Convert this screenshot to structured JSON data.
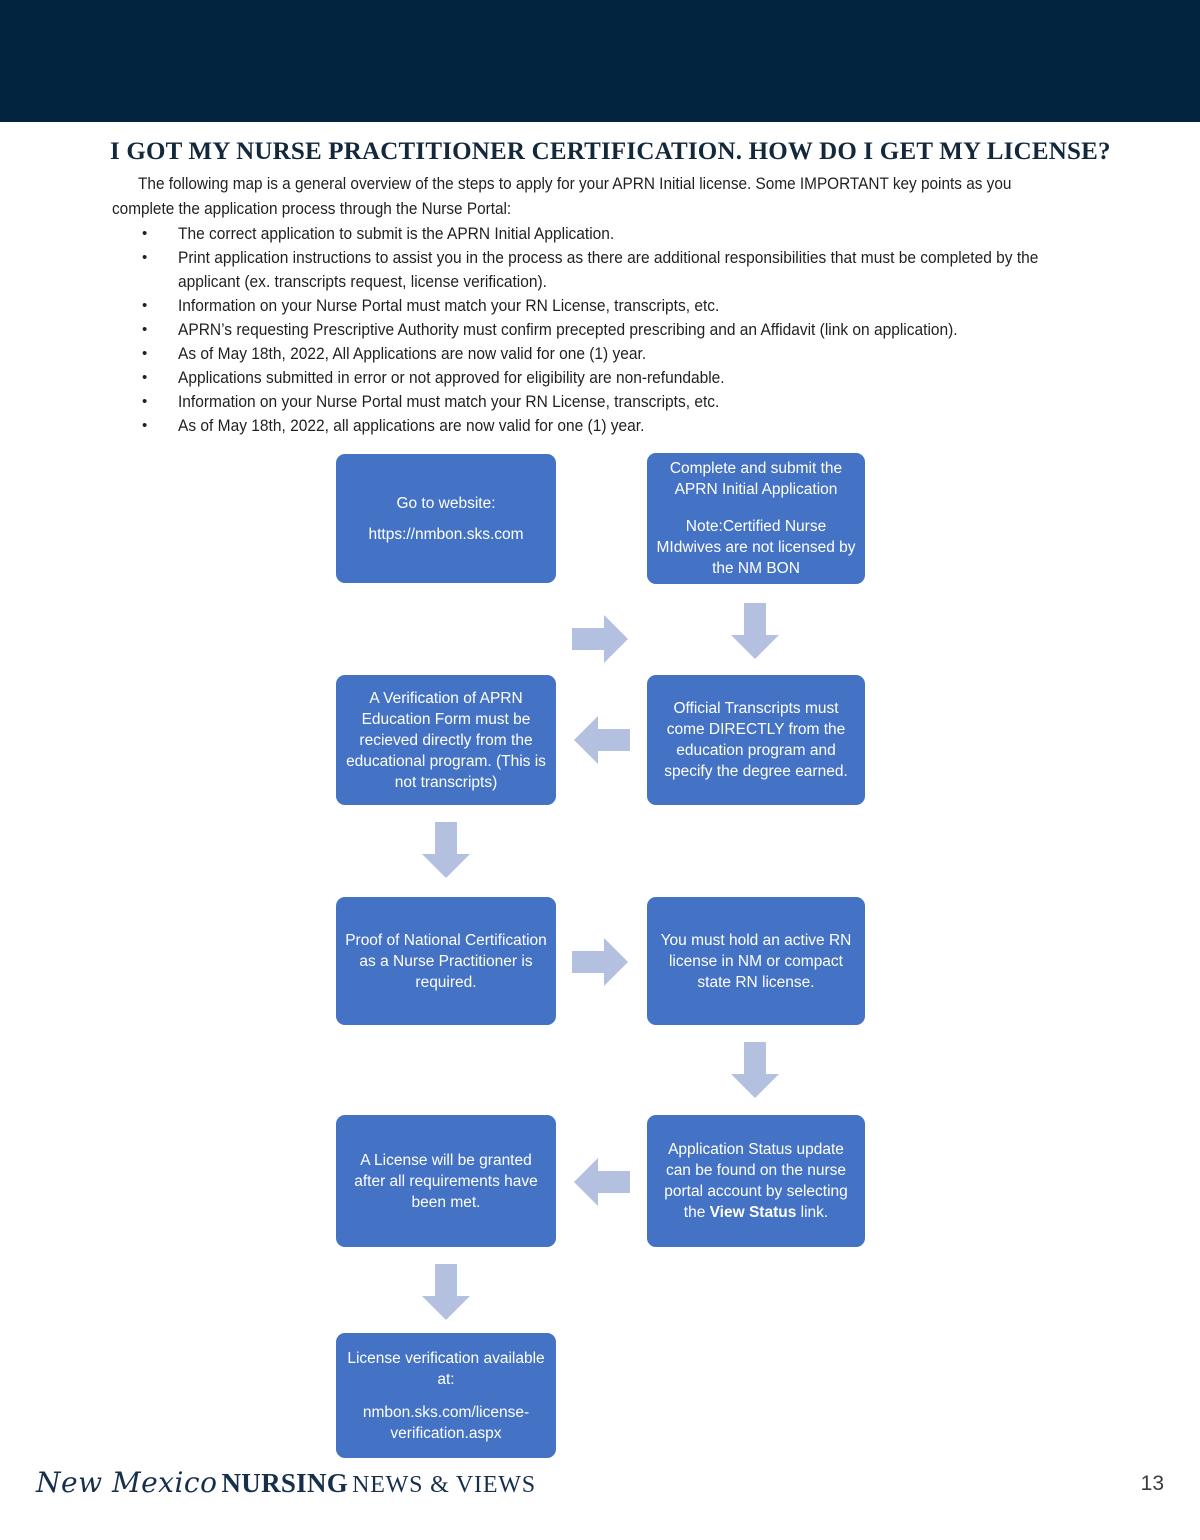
{
  "header": {
    "banner_color": "#02243f"
  },
  "article": {
    "title": "I GOT MY NURSE PRACTITIONER CERTIFICATION. HOW DO I GET MY LICENSE?",
    "intro": "The following map is a general overview of the steps to apply for your APRN Initial license. Some IMPORTANT key points as you complete the application process through the Nurse Portal:",
    "bullet_marker": "•",
    "bullets": [
      "The correct application to submit is the APRN Initial Application.",
      "Print application instructions to assist you in the process as there are additional responsibilities that must be completed by the applicant (ex. transcripts request, license verification).",
      "Information on your Nurse Portal must match your RN License, transcripts, etc.",
      "APRN’s requesting Prescriptive Authority must confirm precepted prescribing and an Affidavit (link on application).",
      "As of May 18th, 2022, All Applications are now valid for one (1) year.",
      "Applications submitted in error or not approved for eligibility are non-refundable.",
      "Information on your Nurse Portal must match your RN License, transcripts, etc.",
      "As of May 18th, 2022, all applications are now valid for one (1) year."
    ]
  },
  "flowchart": {
    "box_color": "#4472c4",
    "arrow_color": "#b4c0e0",
    "steps": [
      {
        "id": "step-website",
        "line1": "Go to website:",
        "line2": "https://nmbon.sks.com"
      },
      {
        "id": "step-application",
        "line1": "Complete and submit the APRN Initial Application",
        "line2": "Note:Certified Nurse MIdwives are not licensed by the NM BON"
      },
      {
        "id": "step-transcripts",
        "line1": "Official Transcripts must come DIRECTLY from the education program and specify the degree earned."
      },
      {
        "id": "step-verification-form",
        "line1": "A Verification of APRN Education Form  must be recieved directly from the educational program. (This is not transcripts)"
      },
      {
        "id": "step-national-certification",
        "line1": "Proof of National Certification as a Nurse Practitioner is required."
      },
      {
        "id": "step-rn-license",
        "line1": "You must hold an active RN license in NM  or compact state RN license."
      },
      {
        "id": "step-status-update",
        "prefix": "Application Status update can be found on the nurse portal account by selecting the ",
        "emphasis": "View Status",
        "suffix": " link."
      },
      {
        "id": "step-license-granted",
        "line1": "A License will be granted after all requirements have been met."
      },
      {
        "id": "step-license-verification",
        "line1": "License verification available at:",
        "line2": "nmbon.sks.com/license-verification.aspx"
      }
    ]
  },
  "footer": {
    "brand_script": "New Mexico",
    "brand_bold": "NURSING",
    "brand_light": "NEWS & VIEWS",
    "page_number": "13"
  }
}
